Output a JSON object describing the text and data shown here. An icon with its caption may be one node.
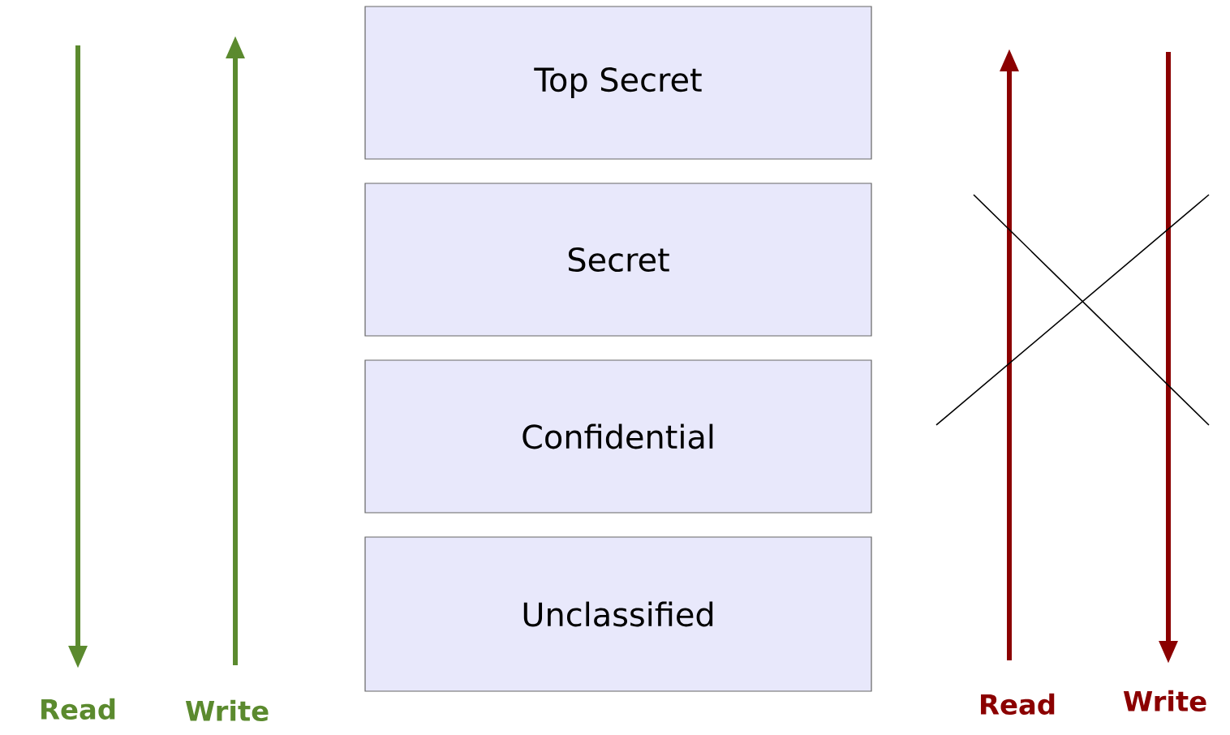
{
  "diagram": {
    "nodes": [
      {
        "text": [
          "Top Secret"
        ]
      },
      {
        "text": [
          "Secret"
        ]
      },
      {
        "text": [
          "Confidential"
        ]
      },
      {
        "text": [
          "Unclassified"
        ]
      }
    ],
    "labels": [
      "Read",
      "Write",
      "Read",
      "Write"
    ]
  }
}
